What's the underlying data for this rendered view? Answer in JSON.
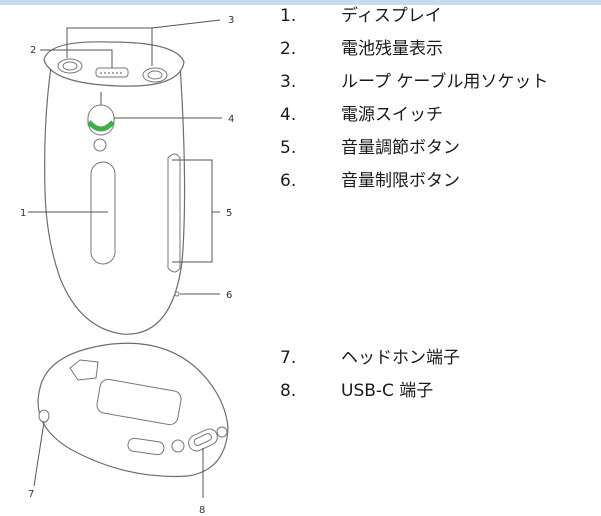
{
  "callouts": {
    "top": [
      "1",
      "2",
      "3",
      "4",
      "5",
      "6"
    ],
    "bottom": [
      "7",
      "8"
    ]
  },
  "legend_top": [
    {
      "num": "1.",
      "text": "ディスプレイ"
    },
    {
      "num": "2.",
      "text": "電池残量表示"
    },
    {
      "num": "3.",
      "text": "ループ ケーブル用ソケット"
    },
    {
      "num": "4.",
      "text": "電源スイッチ"
    },
    {
      "num": "5.",
      "text": "音量調節ボタン"
    },
    {
      "num": "6.",
      "text": "音量制限ボタン"
    }
  ],
  "legend_bottom": [
    {
      "num": "7.",
      "text": "ヘッドホン端子"
    },
    {
      "num": "8.",
      "text": "USB-C 端子"
    }
  ]
}
